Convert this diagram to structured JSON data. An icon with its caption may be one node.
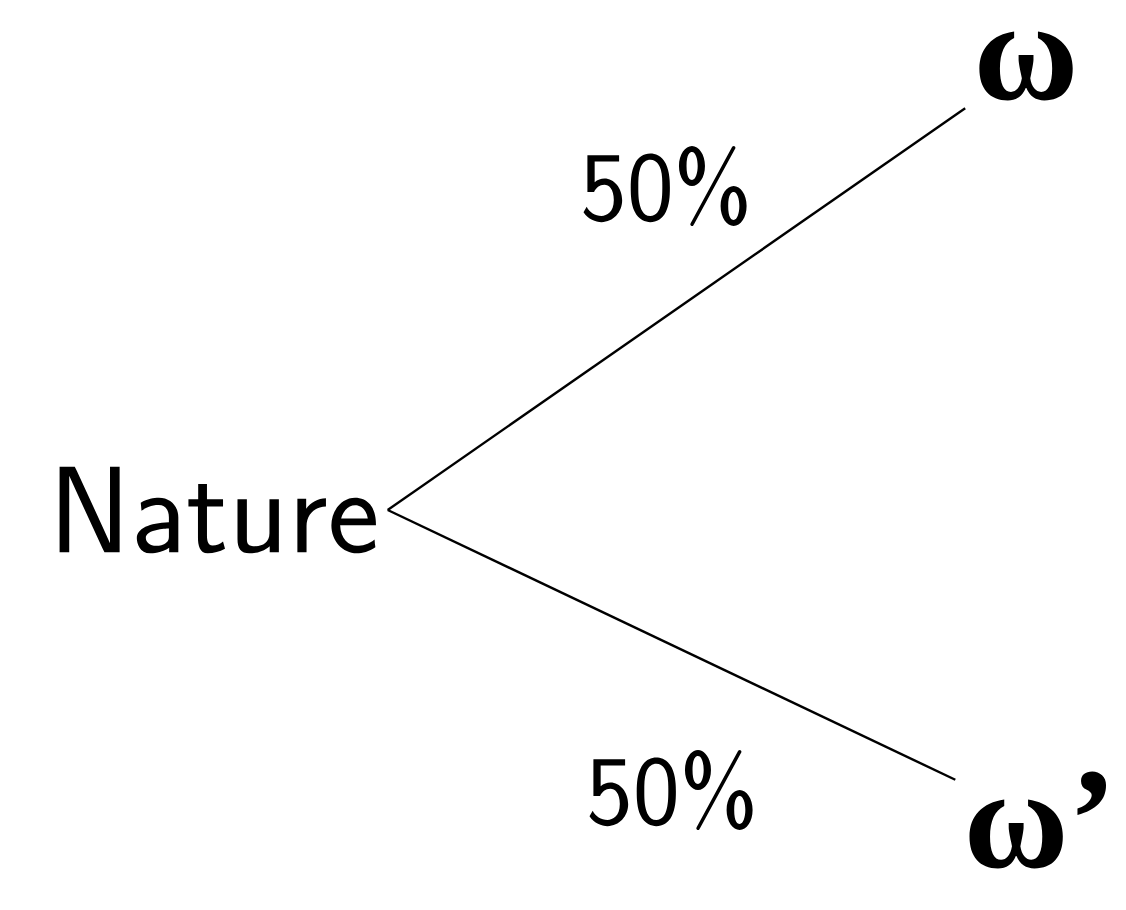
{
  "diagram": {
    "nodes": [
      {
        "text": [
          "Nature"
        ]
      },
      {
        "text": [
          "ω"
        ]
      },
      {
        "text": [
          "ω’"
        ]
      }
    ],
    "edges": [
      {
        "from": 0,
        "to": 1,
        "arrow": "none",
        "label": "50%"
      },
      {
        "from": 0,
        "to": 2,
        "arrow": "none",
        "label": "50%"
      }
    ]
  }
}
